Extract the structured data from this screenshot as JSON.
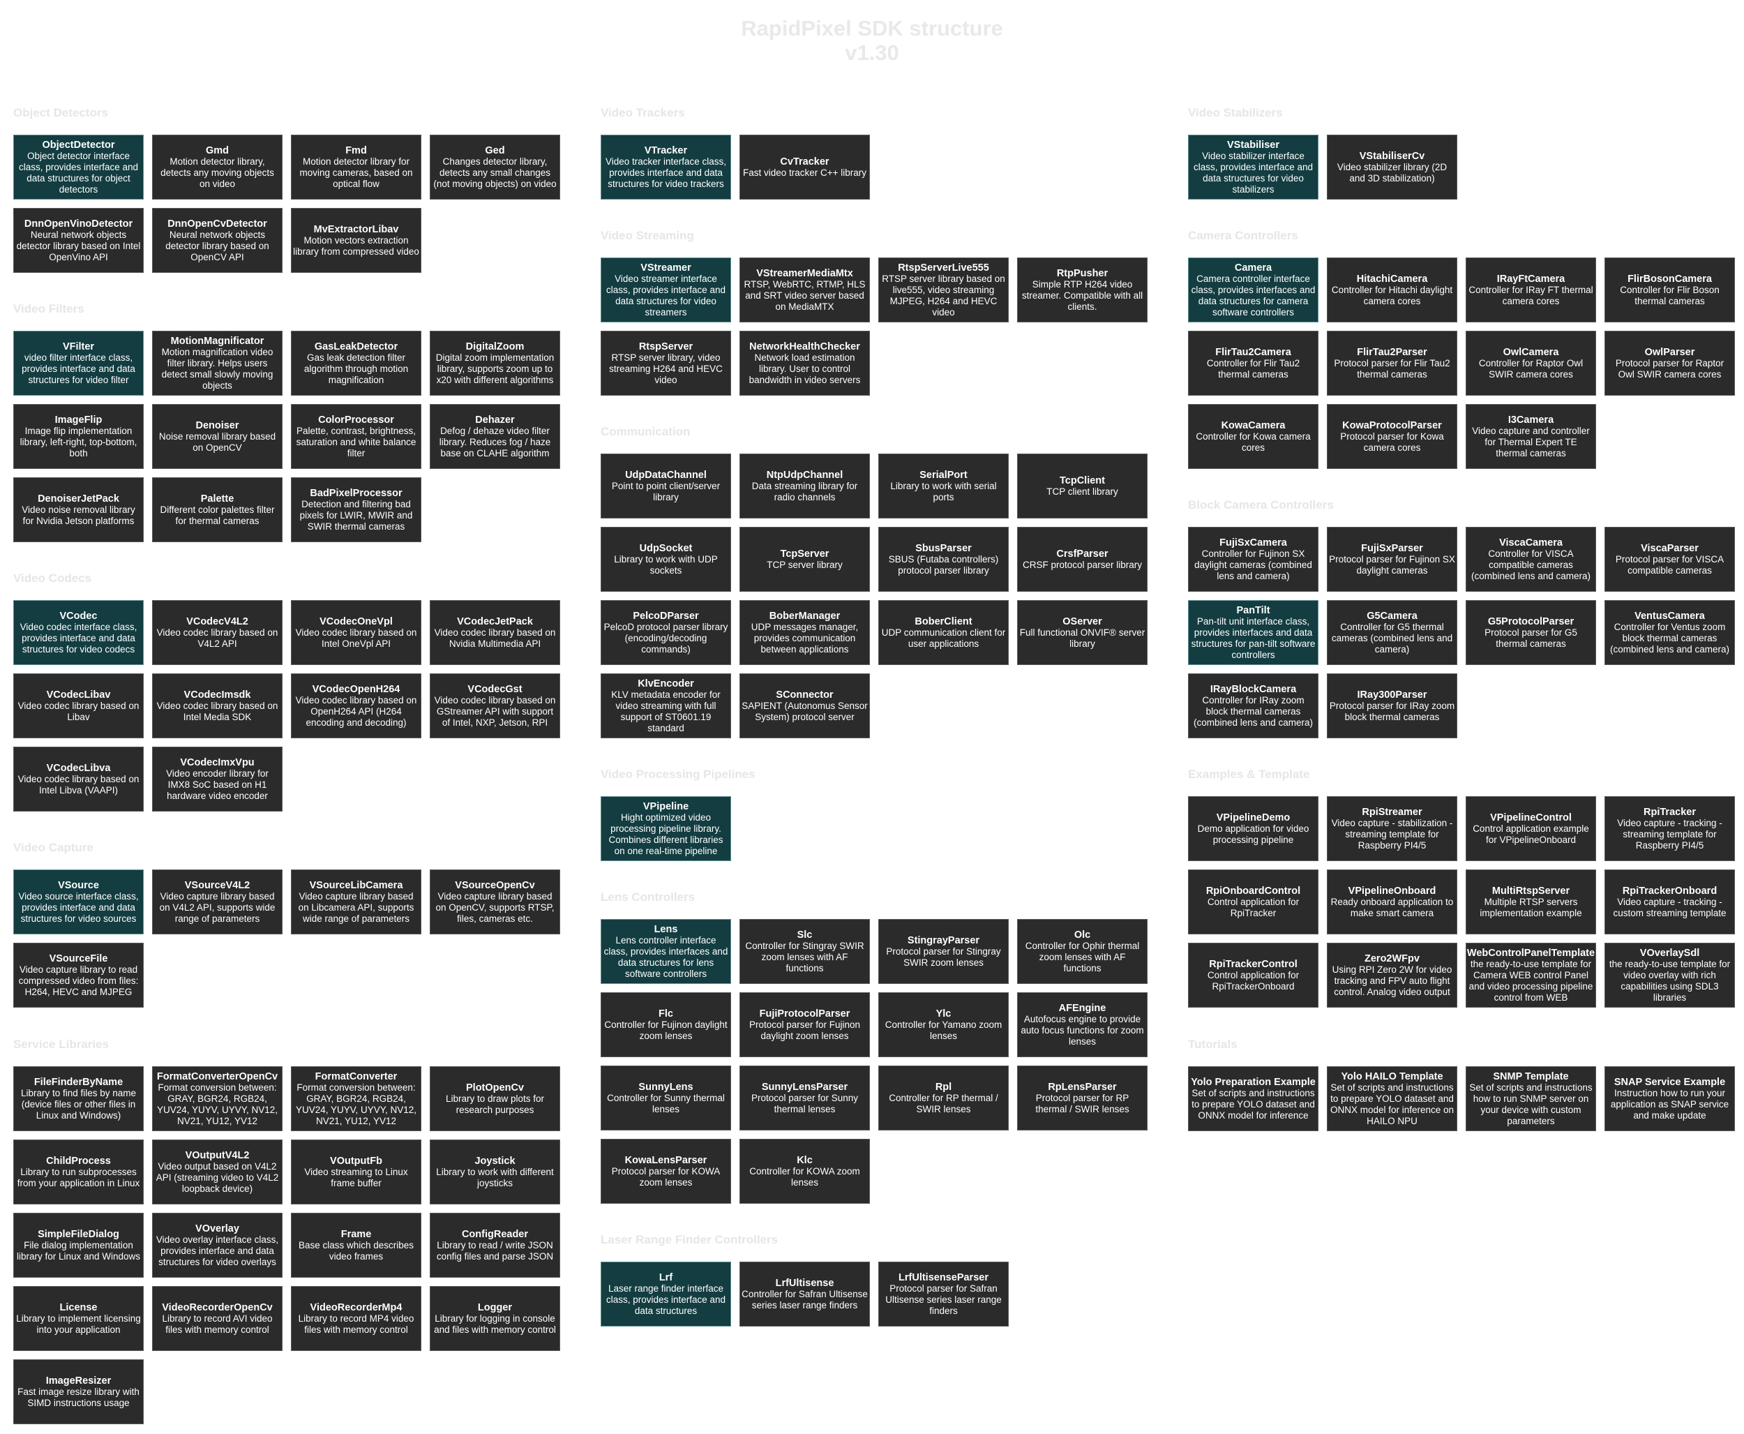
{
  "title": {
    "line1": "RapidPixel SDK structure",
    "line2": "v1.30"
  },
  "colors": {
    "interface_box": "#133d41",
    "library_box": "#2b2b2b",
    "text": "#ffffff",
    "section_title": "#e6e6e6"
  },
  "sections": [
    {
      "title": "Object Detectors",
      "items": [
        {
          "name": "ObjectDetector",
          "desc": "Object detector interface class, provides interface and data structures for object detectors",
          "interface": true
        },
        {
          "name": "Gmd",
          "desc": "Motion detector library, detects any moving objects on video"
        },
        {
          "name": "Fmd",
          "desc": "Motion detector library for moving cameras, based on optical flow"
        },
        {
          "name": "Ged",
          "desc": "Changes detector library, detects any small changes (not moving objects) on video"
        },
        {
          "name": "DnnOpenVinoDetector",
          "desc": "Neural network objects detector library based on Intel OpenVino API"
        },
        {
          "name": "DnnOpenCvDetector",
          "desc": "Neural network objects detector library based on OpenCV API"
        },
        {
          "name": "MvExtractorLibav",
          "desc": "Motion vectors extraction library from compressed video"
        }
      ]
    },
    {
      "title": "Video Filters",
      "items": [
        {
          "name": "VFilter",
          "desc": "video filter interface class, provides interface and data structures for video filter",
          "interface": true
        },
        {
          "name": "MotionMagnificator",
          "desc": "Motion magnification video filter library. Helps users detect small slowly moving objects"
        },
        {
          "name": "GasLeakDetector",
          "desc": "Gas leak detection filter algorithm through motion magnification"
        },
        {
          "name": "DigitalZoom",
          "desc": "Digital zoom implementation library, supports zoom up to x20 with different algorithms"
        },
        {
          "name": "ImageFlip",
          "desc": "Image flip implementation library, left-right, top-bottom, both"
        },
        {
          "name": "Denoiser",
          "desc": "Noise removal library based on OpenCV"
        },
        {
          "name": "ColorProcessor",
          "desc": "Palette, contrast, brightness, saturation and white balance filter"
        },
        {
          "name": "Dehazer",
          "desc": "Defog / dehaze video filter library. Reduces fog / haze base on CLAHE algorithm"
        },
        {
          "name": "DenoiserJetPack",
          "desc": "Video noise removal library for Nvidia Jetson platforms"
        },
        {
          "name": "Palette",
          "desc": "Different color palettes filter for thermal cameras"
        },
        {
          "name": "BadPixelProcessor",
          "desc": "Detection and filtering bad pixels for LWIR, MWIR and SWIR thermal cameras"
        }
      ]
    },
    {
      "title": "Video Codecs",
      "items": [
        {
          "name": "VCodec",
          "desc": "Video codec interface class, provides interface and data structures for video codecs",
          "interface": true
        },
        {
          "name": "VCodecV4L2",
          "desc": "Video codec library based on V4L2 API"
        },
        {
          "name": "VCodecOneVpl",
          "desc": "Video codec library based on Intel OneVpl API"
        },
        {
          "name": "VCodecJetPack",
          "desc": "Video codec library based on Nvidia Multimedia API"
        },
        {
          "name": "VCodecLibav",
          "desc": "Video codec library based on Libav"
        },
        {
          "name": "VCodecImsdk",
          "desc": "Video codec library based on Intel Media SDK"
        },
        {
          "name": "VCodecOpenH264",
          "desc": "Video codec library based on OpenH264 API (H264 encoding and decoding)"
        },
        {
          "name": "VCodecGst",
          "desc": "Video codec library based on GStreamer API with support of Intel, NXP, Jetson, RPI"
        },
        {
          "name": "VCodecLibva",
          "desc": "Video codec library based on Intel Libva (VAAPI)"
        },
        {
          "name": "VCodecImxVpu",
          "desc": "Video encoder library for IMX8 SoC based on H1 hardware video encoder"
        }
      ]
    },
    {
      "title": "Video Capture",
      "items": [
        {
          "name": "VSource",
          "desc": "Video source interface class, provides interface and data structures for video sources",
          "interface": true
        },
        {
          "name": "VSourceV4L2",
          "desc": "Video capture library based on V4L2 API, supports wide range of parameters"
        },
        {
          "name": "VSourceLibCamera",
          "desc": "Video capture library based on Libcamera API, supports wide range of parameters"
        },
        {
          "name": "VSourceOpenCv",
          "desc": "Video capture library based on OpenCV, supports RTSP, files, cameras etc."
        },
        {
          "name": "VSourceFile",
          "desc": "Video capture library to read compressed video from files: H264, HEVC and MJPEG"
        }
      ]
    },
    {
      "title": "Service Libraries",
      "items": [
        {
          "name": "FileFinderByName",
          "desc": "Library to find files by name (device files or other files in Linux and Windows)"
        },
        {
          "name": "FormatConverterOpenCv",
          "desc": "Format conversion between: GRAY, BGR24, RGB24, YUV24, YUYV, UYVY, NV12, NV21, YU12, YV12"
        },
        {
          "name": "FormatConverter",
          "desc": "Format conversion between: GRAY, BGR24, RGB24, YUV24, YUYV, UYVY, NV12, NV21, YU12, YV12"
        },
        {
          "name": "PlotOpenCv",
          "desc": "Library to draw plots for research purposes"
        },
        {
          "name": "ChildProcess",
          "desc": "Library to run subprocesses from your application in Linux"
        },
        {
          "name": "VOutputV4L2",
          "desc": "Video output based on V4L2 API (streaming video to V4L2 loopback device)"
        },
        {
          "name": "VOutputFb",
          "desc": "Video streaming to Linux frame buffer"
        },
        {
          "name": "Joystick",
          "desc": "Library to work with different joysticks"
        },
        {
          "name": "SimpleFileDialog",
          "desc": "File dialog implementation library for Linux and Windows"
        },
        {
          "name": "VOverlay",
          "desc": "Video overlay interface class, provides interface and data structures for video overlays"
        },
        {
          "name": "Frame",
          "desc": "Base class which describes video frames"
        },
        {
          "name": "ConfigReader",
          "desc": "Library to read / write JSON config files and parse JSON"
        },
        {
          "name": "License",
          "desc": "Library to implement licensing into your application"
        },
        {
          "name": "VideoRecorderOpenCv",
          "desc": "Library to record AVI video files with memory control"
        },
        {
          "name": "VideoRecorderMp4",
          "desc": "Library to record MP4 video files with memory control"
        },
        {
          "name": "Logger",
          "desc": "Library for logging in console and files with memory control"
        },
        {
          "name": "ImageResizer",
          "desc": "Fast image resize library with SIMD instructions usage"
        }
      ]
    },
    {
      "title": "Video Trackers",
      "items": [
        {
          "name": "VTracker",
          "desc": "Video tracker interface class, provides interface and data structures for video trackers",
          "interface": true
        },
        {
          "name": "CvTracker",
          "desc": "Fast video tracker C++ library"
        }
      ]
    },
    {
      "title": "Video Streaming",
      "items": [
        {
          "name": "VStreamer",
          "desc": "Video streamer interface class, provides interface and data structures for video streamers",
          "interface": true
        },
        {
          "name": "VStreamerMediaMtx",
          "desc": "RTSP, WebRTC, RTMP, HLS and SRT video server based on MediaMTX"
        },
        {
          "name": "RtspServerLive555",
          "desc": "RTSP server library based on live555, video streaming MJPEG, H264 and HEVC video"
        },
        {
          "name": "RtpPusher",
          "desc": "Simple RTP H264 video streamer. Compatible with all clients."
        },
        {
          "name": "RtspServer",
          "desc": "RTSP server library, video streaming H264 and HEVC video"
        },
        {
          "name": "NetworkHealthChecker",
          "desc": "Network load estimation library. User to control bandwidth in video servers"
        }
      ]
    },
    {
      "title": "Communication",
      "items": [
        {
          "name": "UdpDataChannel",
          "desc": "Point to point client/server library"
        },
        {
          "name": "NtpUdpChannel",
          "desc": "Data streaming library for radio channels"
        },
        {
          "name": "SerialPort",
          "desc": "Library to work with serial ports"
        },
        {
          "name": "TcpClient",
          "desc": "TCP client library"
        },
        {
          "name": "UdpSocket",
          "desc": "Library to work with UDP sockets"
        },
        {
          "name": "TcpServer",
          "desc": "TCP server library"
        },
        {
          "name": "SbusParser",
          "desc": "SBUS (Futaba controllers) protocol parser library"
        },
        {
          "name": "CrsfParser",
          "desc": "CRSF protocol parser library"
        },
        {
          "name": "PelcoDParser",
          "desc": "PelcoD protocol parser library (encoding/decoding commands)"
        },
        {
          "name": "BoberManager",
          "desc": "UDP messages manager, provides communication between applications"
        },
        {
          "name": "BoberClient",
          "desc": "UDP communication client for user applications"
        },
        {
          "name": "OServer",
          "desc": "Full functional ONVIF® server library"
        },
        {
          "name": "KlvEncoder",
          "desc": "KLV metadata encoder for video streaming with full support of ST0601.19 standard"
        },
        {
          "name": "SConnector",
          "desc": "SAPIENT (Autonomus Sensor System) protocol server"
        }
      ]
    },
    {
      "title": "Video Processing Pipelines",
      "items": [
        {
          "name": "VPipeline",
          "desc": "Hight optimized video processing pipeline library. Combines different libraries on one real-time pipeline",
          "interface": true
        }
      ]
    },
    {
      "title": "Lens Controllers",
      "items": [
        {
          "name": "Lens",
          "desc": "Lens controller interface class, provides interfaces and data structures for lens software controllers",
          "interface": true
        },
        {
          "name": "Slc",
          "desc": "Controller for Stingray SWIR zoom lenses with AF functions"
        },
        {
          "name": "StingrayParser",
          "desc": "Protocol parser for Stingray SWIR zoom lenses"
        },
        {
          "name": "Olc",
          "desc": "Controller for Ophir thermal zoom lenses with AF functions"
        },
        {
          "name": "Flc",
          "desc": "Controller for Fujinon daylight zoom lenses"
        },
        {
          "name": "FujiProtocolParser",
          "desc": "Protocol parser for Fujinon daylight zoom lenses"
        },
        {
          "name": "Ylc",
          "desc": "Controller for Yamano zoom lenses"
        },
        {
          "name": "AFEngine",
          "desc": "Autofocus engine to provide auto focus functions for zoom lenses"
        },
        {
          "name": "SunnyLens",
          "desc": "Controller for Sunny thermal lenses"
        },
        {
          "name": "SunnyLensParser",
          "desc": "Protocol parser for Sunny thermal lenses"
        },
        {
          "name": "Rpl",
          "desc": "Controller for RP thermal / SWIR lenses"
        },
        {
          "name": "RpLensParser",
          "desc": "Protocol parser for RP thermal / SWIR lenses"
        },
        {
          "name": "KowaLensParser",
          "desc": "Protocol parser for KOWA zoom lenses"
        },
        {
          "name": "Klc",
          "desc": "Controller for KOWA zoom lenses"
        }
      ]
    },
    {
      "title": "Laser Range Finder Controllers",
      "items": [
        {
          "name": "Lrf",
          "desc": "Laser range finder interface class, provides interface and data structures",
          "interface": true
        },
        {
          "name": "LrfUltisense",
          "desc": "Controller for Safran Ultisense series laser range finders"
        },
        {
          "name": "LrfUltisenseParser",
          "desc": "Protocol parser for Safran Ultisense series laser range finders"
        }
      ]
    },
    {
      "title": "Video Stabilizers",
      "items": [
        {
          "name": "VStabiliser",
          "desc": "Video stabilizer interface class, provides interface and data structures for video stabilizers",
          "interface": true
        },
        {
          "name": "VStabiliserCv",
          "desc": "Video stabilizer library (2D and 3D stabilization)"
        }
      ]
    },
    {
      "title": "Camera Controllers",
      "items": [
        {
          "name": "Camera",
          "desc": "Camera controller interface class, provides interfaces and data structures for camera software controllers",
          "interface": true
        },
        {
          "name": "HitachiCamera",
          "desc": "Controller for Hitachi daylight camera cores"
        },
        {
          "name": "IRayFtCamera",
          "desc": "Controller for IRay FT thermal camera cores"
        },
        {
          "name": "FlirBosonCamera",
          "desc": "Controller for Flir Boson thermal cameras"
        },
        {
          "name": "FlirTau2Camera",
          "desc": "Controller for Flir Tau2 thermal cameras"
        },
        {
          "name": "FlirTau2Parser",
          "desc": "Protocol parser for Flir Tau2 thermal cameras"
        },
        {
          "name": "OwlCamera",
          "desc": "Controller for Raptor Owl SWIR camera cores"
        },
        {
          "name": "OwlParser",
          "desc": "Protocol parser for Raptor Owl SWIR camera cores"
        },
        {
          "name": "KowaCamera",
          "desc": "Controller for Kowa camera cores"
        },
        {
          "name": "KowaProtocolParser",
          "desc": "Protocol parser for Kowa camera cores"
        },
        {
          "name": "I3Camera",
          "desc": "Video capture and controller for Thermal Expert TE thermal cameras"
        }
      ]
    },
    {
      "title": "Block Camera Controllers",
      "items": [
        {
          "name": "FujiSxCamera",
          "desc": "Controller for Fujinon SX daylight cameras (combined lens and camera)"
        },
        {
          "name": "FujiSxParser",
          "desc": "Protocol parser for Fujinon SX daylight cameras"
        },
        {
          "name": "ViscaCamera",
          "desc": "Controller for VISCA compatible cameras (combined lens and camera)"
        },
        {
          "name": "ViscaParser",
          "desc": "Protocol parser for VISCA compatible cameras"
        },
        {
          "name": "PanTilt",
          "desc": "Pan-tilt unit interface class, provides interfaces and data structures for pan-tilt software controllers",
          "interface": true
        },
        {
          "name": "G5Camera",
          "desc": "Controller for G5 thermal cameras (combined lens and camera)"
        },
        {
          "name": "G5ProtocolParser",
          "desc": "Protocol parser for G5 thermal cameras"
        },
        {
          "name": "VentusCamera",
          "desc": "Controller for Ventus zoom block thermal cameras (combined lens and camera)"
        },
        {
          "name": "IRayBlockCamera",
          "desc": "Controller for IRay zoom block thermal cameras (combined lens and camera)"
        },
        {
          "name": "IRay300Parser",
          "desc": "Protocol parser for IRay zoom block thermal cameras"
        }
      ]
    },
    {
      "title": "Examples & Template",
      "items": [
        {
          "name": "VPipelineDemo",
          "desc": "Demo application for video processing pipeline"
        },
        {
          "name": "RpiStreamer",
          "desc": "Video capture - stabilization - streaming template for Raspberry PI4/5"
        },
        {
          "name": "VPipelineControl",
          "desc": "Control application example for VPipelineOnboard"
        },
        {
          "name": "RpiTracker",
          "desc": "Video capture - tracking - streaming template for Raspberry PI4/5"
        },
        {
          "name": "RpiOnboardControl",
          "desc": "Control application for RpiTracker"
        },
        {
          "name": "VPipelineOnboard",
          "desc": "Ready onboard application to make smart camera"
        },
        {
          "name": "MultiRtspServer",
          "desc": "Multiple RTSP servers implementation example"
        },
        {
          "name": "RpiTrackerOnboard",
          "desc": "Video capture - tracking - custom streaming template"
        },
        {
          "name": "RpiTrackerControl",
          "desc": "Control application for RpiTrackerOnboard"
        },
        {
          "name": "Zero2WFpv",
          "desc": "Using RPI Zero 2W for video tracking and FPV auto flight control. Analog video output"
        },
        {
          "name": "WebControlPanelTemplate",
          "desc": "the ready-to-use template for Camera WEB control Panel and video processing pipeline control from WEB"
        },
        {
          "name": "VOverlaySdl",
          "desc": "the ready-to-use template for video overlay with rich capabilities using SDL3 libraries"
        }
      ]
    },
    {
      "title": "Tutorials",
      "items": [
        {
          "name": "Yolo Preparation Example",
          "desc": "Set of scripts and instructions to prepare YOLO dataset and ONNX model for inference"
        },
        {
          "name": "Yolo HAILO Template",
          "desc": "Set of scripts and instructions to prepare YOLO dataset and ONNX model for inference on HAILO NPU"
        },
        {
          "name": "SNMP Template",
          "desc": "Set of scripts and instructions how to run SNMP server on your device with custom parameters"
        },
        {
          "name": "SNAP Service Example",
          "desc": "Instruction how to run your application as SNAP service and make update"
        }
      ]
    }
  ]
}
